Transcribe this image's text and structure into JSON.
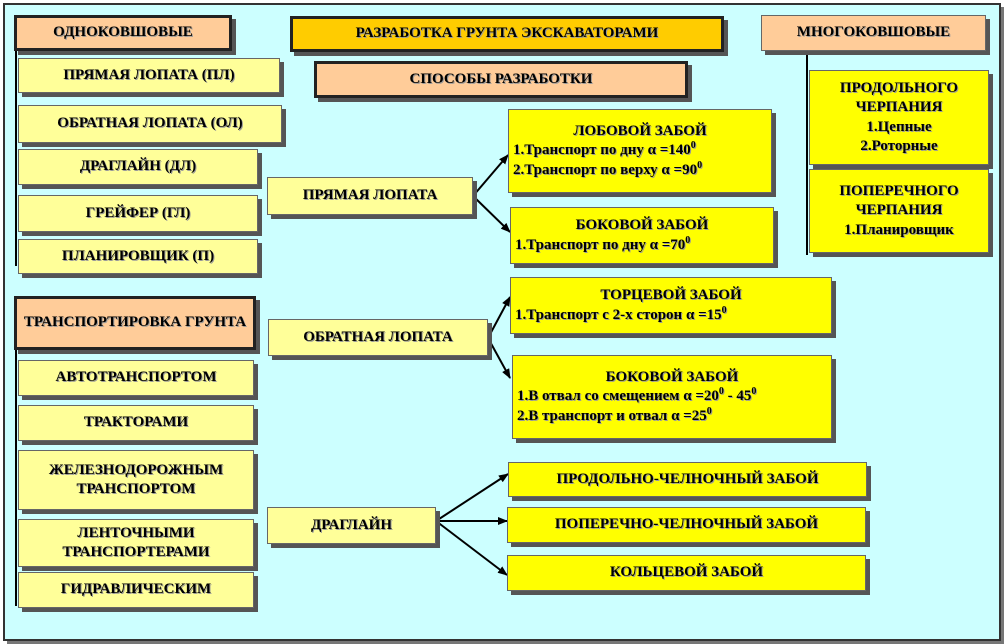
{
  "title": "РАЗРАБОТКА ГРУНТА ЭКСКАВАТОРАМИ",
  "methods_title": "СПОСОБЫ РАЗРАБОТКИ",
  "single_bucket": {
    "header": "ОДНОКОВШОВЫЕ",
    "items": [
      "ПРЯМАЯ ЛОПАТА (ПЛ)",
      "ОБРАТНАЯ ЛОПАТА (ОЛ)",
      "ДРАГЛАЙН (ДЛ)",
      "ГРЕЙФЕР (ГЛ)",
      "ПЛАНИРОВЩИК (П)"
    ]
  },
  "transport": {
    "header": "ТРАНСПОРТИРОВКА ГРУНТА",
    "items": [
      "АВТОТРАНСПОРТОМ",
      "ТРАКТОРАМИ",
      "ЖЕЛЕЗНОДОРОЖНЫМ ТРАНСПОРТОМ",
      "ЛЕНТОЧНЫМИ ТРАНСПОРТЕРАМИ",
      "ГИДРАВЛИЧЕСКИМ"
    ]
  },
  "multi_bucket": {
    "header": "МНОГОКОВШОВЫЕ",
    "longitudinal": {
      "title": "ПРОДОЛЬНОГО ЧЕРПАНИЯ",
      "lines": [
        "1.Цепные",
        "2.Роторные"
      ]
    },
    "transverse": {
      "title": "ПОПЕРЕЧНОГО ЧЕРПАНИЯ",
      "lines": [
        "1.Планировщик"
      ]
    }
  },
  "methods": [
    {
      "name": "ПРЯМАЯ ЛОПАТА",
      "faces": [
        {
          "title": "ЛОБОВОЙ ЗАБОЙ",
          "lines": [
            {
              "text": "1.Транспорт по дну α =140",
              "sup": "0"
            },
            {
              "text": "2.Транспорт по верху α =90",
              "sup": "0"
            }
          ]
        },
        {
          "title": "БОКОВОЙ ЗАБОЙ",
          "lines": [
            {
              "text": "1.Транспорт по дну α =70",
              "sup": "0"
            }
          ]
        }
      ]
    },
    {
      "name": "ОБРАТНАЯ ЛОПАТА",
      "faces": [
        {
          "title": "ТОРЦЕВОЙ ЗАБОЙ",
          "lines": [
            {
              "text": "1.Транспорт с 2-х сторон α =15",
              "sup": "0"
            }
          ]
        },
        {
          "title": "БОКОВОЙ ЗАБОЙ",
          "lines": [
            {
              "text": "1.В отвал со смещением α =20",
              "sup": "0",
              "text2": " - 45",
              "sup2": "0"
            },
            {
              "text": "2.В транспорт и отвал α =25",
              "sup": "0"
            }
          ]
        }
      ]
    },
    {
      "name": "ДРАГЛАЙН",
      "faces": [
        {
          "title": "ПРОДОЛЬНО-ЧЕЛНОЧНЫЙ ЗАБОЙ"
        },
        {
          "title": "ПОПЕРЕЧНО-ЧЕЛНОЧНЫЙ ЗАБОЙ"
        },
        {
          "title": "КОЛЬЦЕВОЙ ЗАБОЙ"
        }
      ]
    }
  ]
}
